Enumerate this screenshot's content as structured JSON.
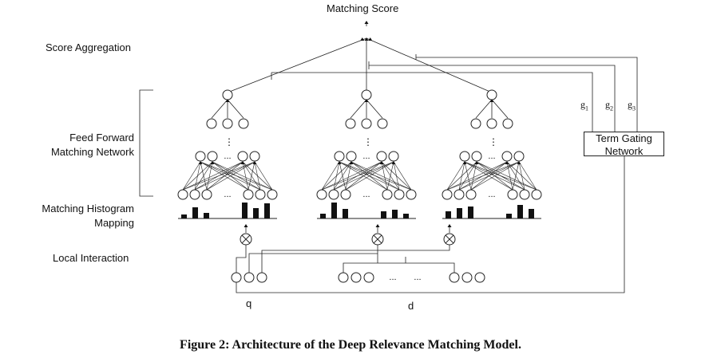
{
  "labels": {
    "matching_score": "Matching Score",
    "score_aggregation": "Score Aggregation",
    "feed_forward_line1": "Feed Forward",
    "feed_forward_line2": "Matching Network",
    "histogram_line1": "Matching Histogram",
    "histogram_line2": "Mapping",
    "local_interaction": "Local Interaction",
    "q": "q",
    "d": "d",
    "gate_line1": "Term Gating",
    "gate_line2": "Network",
    "g1": "g",
    "g1_sub": "1",
    "g2": "g",
    "g2_sub": "2",
    "g3": "g",
    "g3_sub": "3",
    "ellipsis": "...",
    "vdots": "⋮"
  },
  "caption": "Figure 2: Architecture of the Deep Relevance Matching Model.",
  "histograms": [
    [
      0.25,
      0.7,
      0.35,
      1.0,
      0.65,
      0.95
    ],
    [
      0.3,
      1.0,
      0.6,
      0.45,
      0.55,
      0.3
    ],
    [
      0.45,
      0.65,
      0.75,
      0.3,
      0.85,
      0.6
    ]
  ]
}
